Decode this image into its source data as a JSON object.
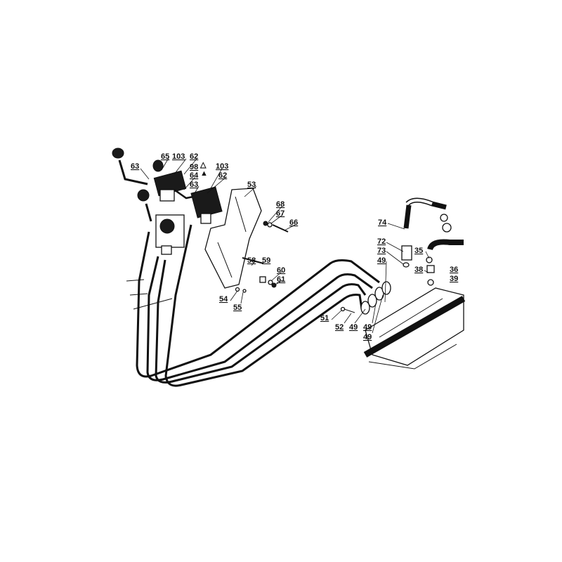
{
  "diagram": {
    "type": "exploded parts diagram - hydraulic control levers and hoses",
    "callouts": [
      {
        "id": "c1",
        "text": "63"
      },
      {
        "id": "c2",
        "text": "65"
      },
      {
        "id": "c3",
        "text": "103"
      },
      {
        "id": "c4",
        "text": "62"
      },
      {
        "id": "c5",
        "text": "98"
      },
      {
        "id": "c6",
        "text": "64"
      },
      {
        "id": "c7",
        "text": "63"
      },
      {
        "id": "c8",
        "text": "103"
      },
      {
        "id": "c9",
        "text": "62"
      },
      {
        "id": "c10",
        "text": "53"
      },
      {
        "id": "c11",
        "text": "68"
      },
      {
        "id": "c12",
        "text": "67"
      },
      {
        "id": "c13",
        "text": "66"
      },
      {
        "id": "c14",
        "text": "58"
      },
      {
        "id": "c15",
        "text": "59"
      },
      {
        "id": "c16",
        "text": "60"
      },
      {
        "id": "c17",
        "text": "61"
      },
      {
        "id": "c18",
        "text": "54"
      },
      {
        "id": "c19",
        "text": "55"
      },
      {
        "id": "c20",
        "text": "74"
      },
      {
        "id": "c21",
        "text": "72"
      },
      {
        "id": "c22",
        "text": "73"
      },
      {
        "id": "c23",
        "text": "49"
      },
      {
        "id": "c24",
        "text": "35"
      },
      {
        "id": "c25",
        "text": "36"
      },
      {
        "id": "c26",
        "text": "38"
      },
      {
        "id": "c27",
        "text": "39"
      },
      {
        "id": "c28",
        "text": "51"
      },
      {
        "id": "c29",
        "text": "52"
      },
      {
        "id": "c30",
        "text": "49"
      },
      {
        "id": "c31",
        "text": "49"
      },
      {
        "id": "c32",
        "text": "49"
      }
    ],
    "symbols": {
      "open_triangle": "△",
      "filled_triangle": "▲"
    }
  }
}
